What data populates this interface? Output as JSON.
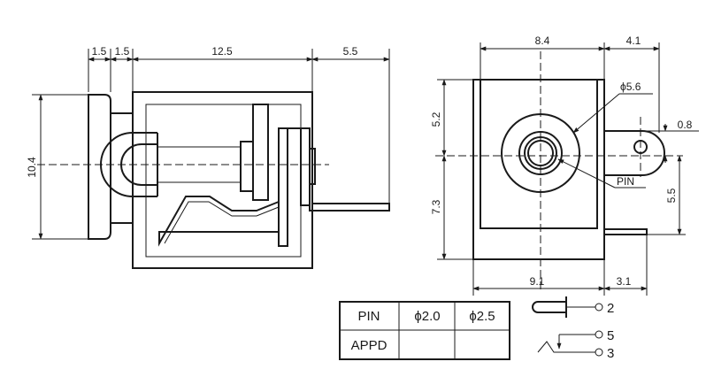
{
  "side_view": {
    "dims_top": [
      "1.5",
      "1.5",
      "12.5",
      "5.5"
    ],
    "dim_height": "10.4"
  },
  "front_view": {
    "dim_top_width": "8.4",
    "dim_top_right": "4.1",
    "dim_bottom_width": "9.1",
    "dim_bottom_right": "3.1",
    "dim_upper_left": "5.2",
    "dim_lower_left": "7.3",
    "dim_right": "5.5",
    "dim_pin_offset": "0.8",
    "callout_outer_dia": "ϕ5.6",
    "callout_pin": "PIN"
  },
  "pin_table": {
    "headers": [
      "PIN",
      "ϕ2.0",
      "ϕ2.5"
    ],
    "row_label": "APPD",
    "row_values": [
      "",
      ""
    ]
  },
  "schematic": {
    "pin_numbers": [
      "2",
      "5",
      "3"
    ]
  }
}
